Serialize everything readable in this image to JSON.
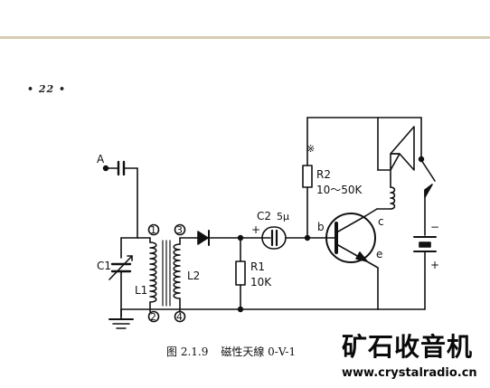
{
  "page": {
    "number": "• 22 •"
  },
  "labels": {
    "antenna": "A",
    "c1": "C1",
    "l1": "L1",
    "l2": "L2",
    "term1": "1",
    "term2": "2",
    "term3": "3",
    "term4": "4",
    "r1_name": "R1",
    "r1_value": "10K",
    "c2_name": "C2",
    "c2_value": "5μ",
    "r2_name": "R2",
    "r2_value": "10～50K",
    "r2_mark": "※",
    "base": "b",
    "collector": "c",
    "emitter": "e",
    "plus_left": "+",
    "plus_battery": "+",
    "minus_battery": "−"
  },
  "caption": {
    "figure": "图 2.1.9",
    "text": "磁性天線 0-V-1"
  },
  "watermark": {
    "logo": "矿石收音机",
    "url": "www.crystalradio.cn"
  }
}
